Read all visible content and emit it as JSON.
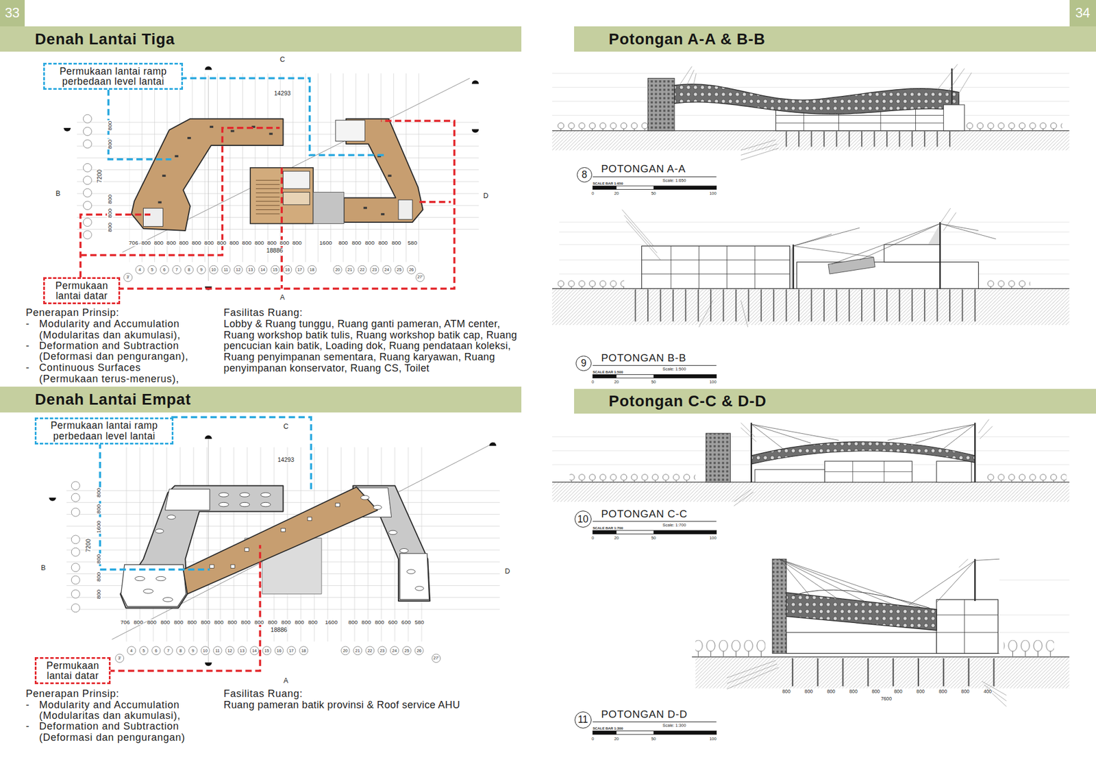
{
  "diagram": {
    "nodes": [
      {
        "text": [
          "33"
        ]
      },
      {
        "text": [
          "34"
        ]
      },
      {
        "text": [
          "Denah Lantai Tiga"
        ]
      },
      {
        "text": [
          "Potongan A-A & B-B"
        ]
      },
      {
        "text": [
          "Denah Lantai Empat"
        ]
      },
      {
        "text": [
          "Potongan C-C & D-D"
        ]
      },
      {
        "text": [
          "Permukaan lantai ramp perbedaan level lantai"
        ]
      },
      {
        "text": [
          "Permukaan lantai datar"
        ]
      },
      {
        "text": [
          "Permukaan lantai ramp perbedaan level lantai"
        ]
      },
      {
        "text": [
          "Permukaan lantai datar"
        ]
      },
      {
        "text": [
          "8"
        ]
      },
      {
        "text": [
          "9"
        ]
      },
      {
        "text": [
          "10"
        ]
      },
      {
        "text": [
          "11"
        ]
      }
    ],
    "labels": [
      "C",
      "14293",
      "B",
      "D",
      "A",
      "18886",
      "7200",
      "706",
      "800",
      "800",
      "800",
      "800",
      "800",
      "800",
      "800",
      "800",
      "800",
      "800",
      "800",
      "800",
      "800",
      "1600",
      "800",
      "800",
      "800",
      "800",
      "800",
      "580",
      "800",
      "800",
      "800",
      "800",
      "800",
      "3'",
      "4",
      "5",
      "6",
      "7",
      "8",
      "9",
      "10",
      "11",
      "12",
      "13",
      "14",
      "15",
      "16",
      "17",
      "18",
      "20",
      "21",
      "22",
      "23",
      "24",
      "25",
      "26",
      "27'",
      "Penerapan Prinsip:",
      "-",
      "Modularity and Accumulation (Modularitas dan akumulasi),",
      "-",
      "Deformation and Subtraction (Deformasi dan pengurangan),",
      "-",
      "Continuous Surfaces (Permukaan terus-menerus),",
      "Fasilitas Ruang:",
      "Lobby & Ruang tunggu, Ruang ganti pameran, ATM center, Ruang workshop batik tulis, Ruang workshop batik cap, Ruang pencucian kain batik, Loading dok, Ruang pendataan koleksi, Ruang penyimpanan sementara, Ruang karyawan, Ruang penyimpanan konservator, Ruang CS, Toilet",
      "C",
      "14293",
      "B",
      "D",
      "A",
      "18886",
      "7200",
      "706",
      "800",
      "800",
      "800",
      "800",
      "800",
      "800",
      "800",
      "800",
      "800",
      "800",
      "800",
      "800",
      "800",
      "800",
      "1600",
      "800",
      "800",
      "800",
      "600",
      "600",
      "580",
      "800",
      "800",
      "1600",
      "800",
      "800",
      "800",
      "3'",
      "4",
      "5",
      "6",
      "7",
      "8",
      "9",
      "10",
      "11",
      "12",
      "13",
      "14",
      "15",
      "16",
      "17",
      "18",
      "20",
      "21",
      "22",
      "23",
      "24",
      "25",
      "26",
      "27'",
      "Penerapan Prinsip:",
      "-",
      "Modularity and Accumulation (Modularitas dan akumulasi),",
      "-",
      "Deformation and Subtraction (Deformasi dan pengurangan)",
      "Fasilitas Ruang:",
      "Ruang pameran batik provinsi & Roof service AHU",
      "POTONGAN A-A",
      "Scale: 1:650",
      "SCALE BAR 1:650",
      "0",
      "20",
      "50",
      "100",
      "POTONGAN B-B",
      "Scale: 1:500",
      "SCALE BAR 1:500",
      "0",
      "20",
      "50",
      "100",
      "POTONGAN C-C",
      "Scale: 1:700",
      "SCALE BAR 1:700",
      "0",
      "20",
      "50",
      "100",
      "POTONGAN D-D",
      "Scale: 1:300",
      "SCALE BAR 1:300",
      "0",
      "20",
      "50",
      "100",
      "800",
      "800",
      "800",
      "800",
      "800",
      "800",
      "800",
      "800",
      "800",
      "400",
      "7600"
    ]
  }
}
